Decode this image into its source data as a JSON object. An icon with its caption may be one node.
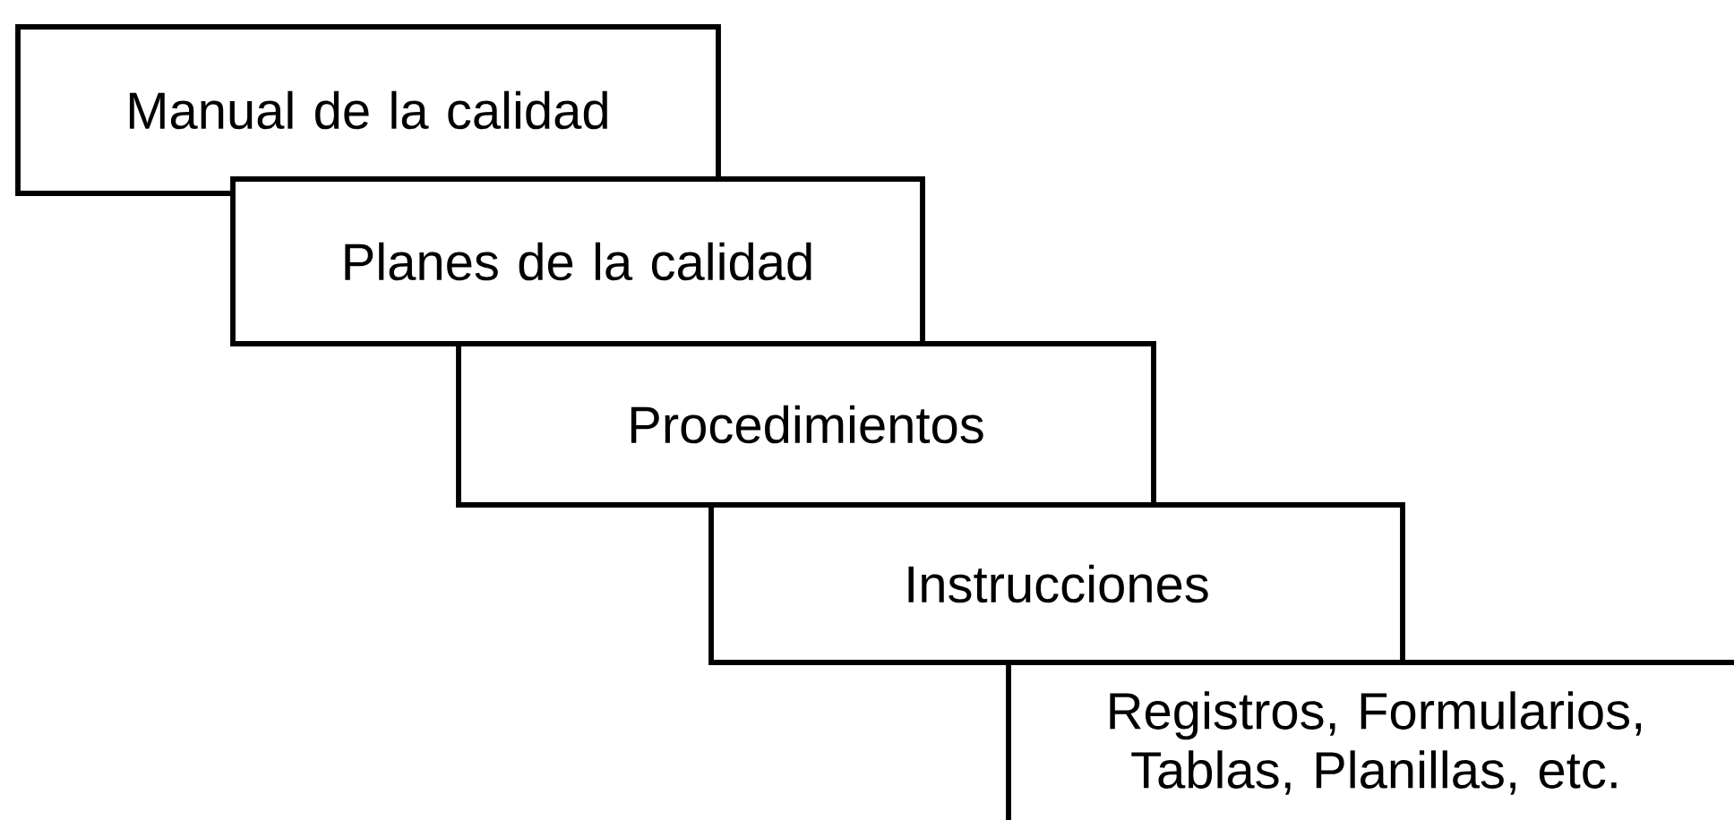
{
  "diagram": {
    "nodes": [
      {
        "text": [
          "Manual de la calidad"
        ]
      },
      {
        "text": [
          "Planes de la  calidad"
        ]
      },
      {
        "text": [
          "Procedimientos"
        ]
      },
      {
        "text": [
          "Instrucciones"
        ]
      },
      {
        "text": [
          "Registros, Formularios, Tablas, Planillas, etc."
        ]
      }
    ]
  }
}
